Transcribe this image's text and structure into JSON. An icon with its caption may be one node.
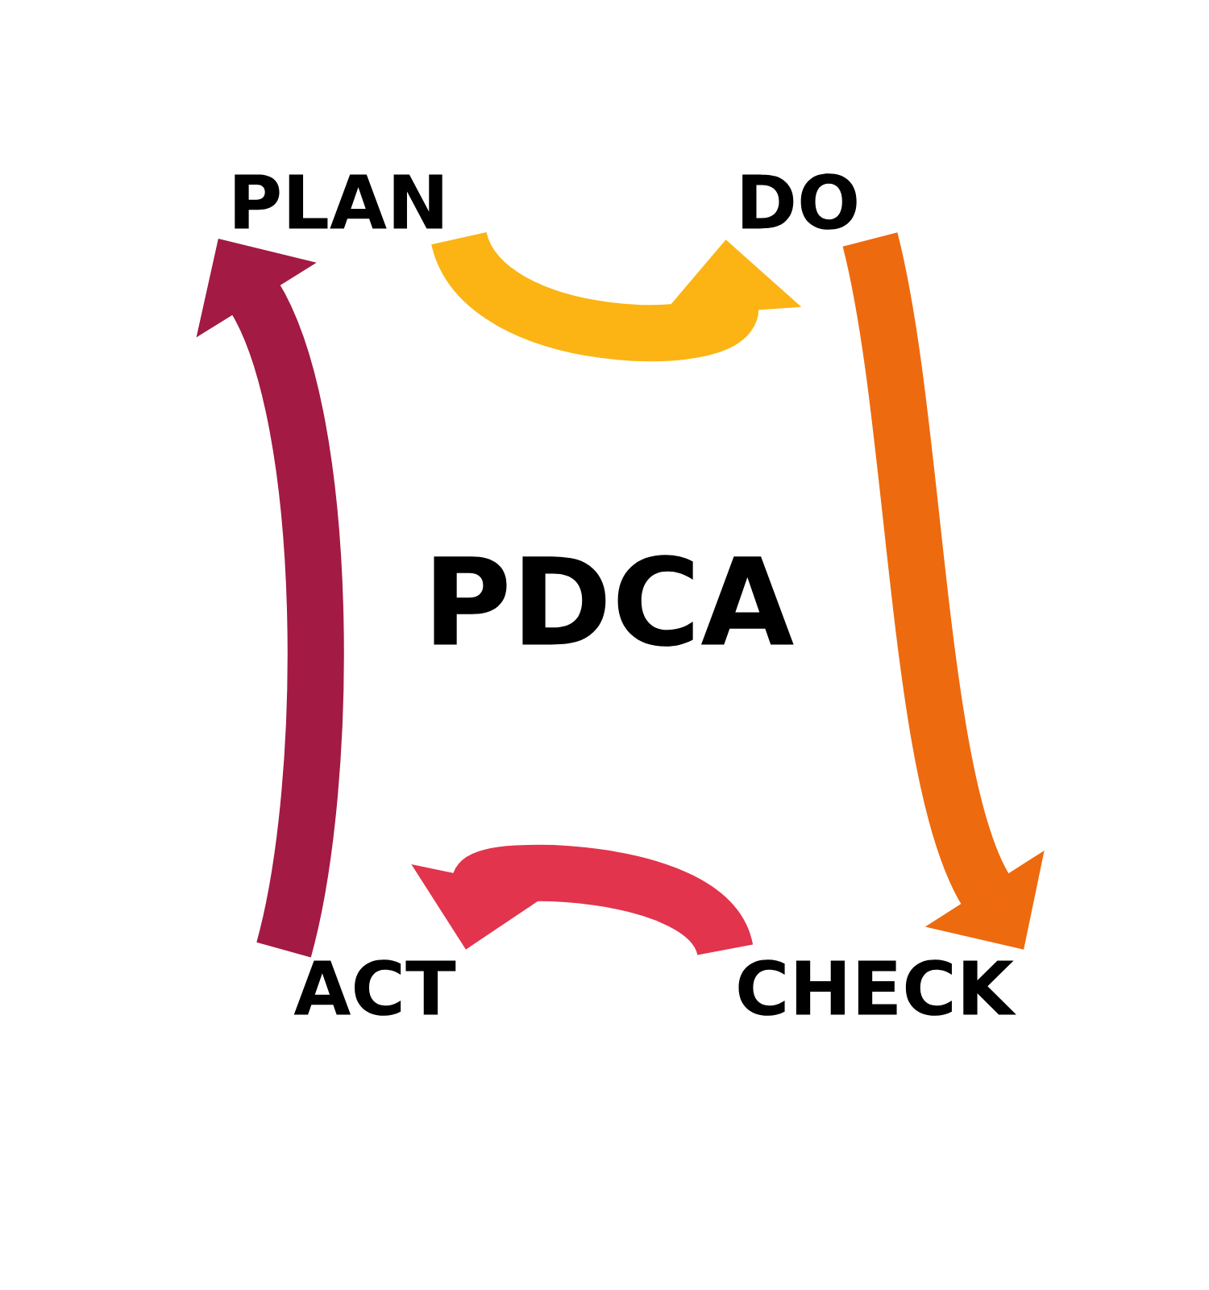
{
  "diagram": {
    "nodes": [
      {
        "text": [
          "PLAN"
        ]
      },
      {
        "text": [
          "DO"
        ]
      },
      {
        "text": [
          "CHECK"
        ]
      },
      {
        "text": [
          "ACT"
        ]
      }
    ],
    "edges": [
      {
        "from": 0,
        "to": 1,
        "arrow": "to",
        "color": "#fbb414"
      },
      {
        "from": 1,
        "to": 2,
        "arrow": "to",
        "color": "#ee6a0e"
      },
      {
        "from": 2,
        "to": 3,
        "arrow": "to",
        "color": "#e2344c"
      },
      {
        "from": 3,
        "to": 0,
        "arrow": "to",
        "color": "#a31a44"
      }
    ],
    "labels": [
      "PDCA"
    ]
  }
}
